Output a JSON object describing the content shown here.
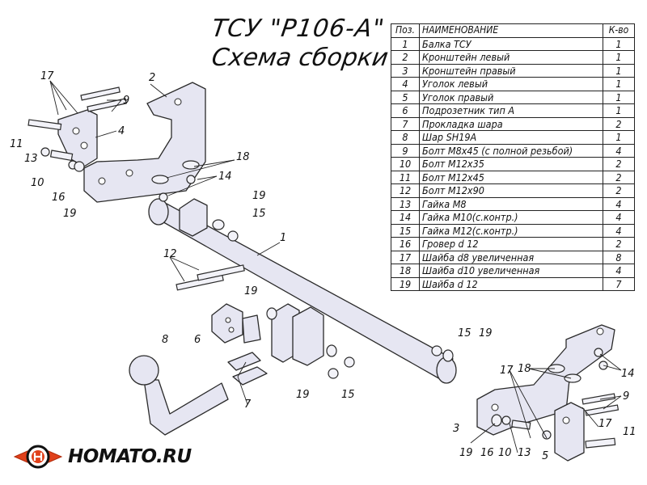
{
  "title": "ТСУ \"P106-A\"",
  "subtitle": "Схема сборки",
  "table": {
    "headers": {
      "pos": "Поз.",
      "name": "НАИМЕНОВАНИЕ",
      "qty": "К-во"
    },
    "rows": [
      {
        "pos": "1",
        "name": "Балка ТСУ",
        "qty": "1"
      },
      {
        "pos": "2",
        "name": "Кронштейн левый",
        "qty": "1"
      },
      {
        "pos": "3",
        "name": "Кронштейн правый",
        "qty": "1"
      },
      {
        "pos": "4",
        "name": "Уголок левый",
        "qty": "1"
      },
      {
        "pos": "5",
        "name": "Уголок правый",
        "qty": "1"
      },
      {
        "pos": "6",
        "name": "Подрозетник тип А",
        "qty": "1"
      },
      {
        "pos": "7",
        "name": "Прокладка шара",
        "qty": "2"
      },
      {
        "pos": "8",
        "name": "Шар SH19A",
        "qty": "1"
      },
      {
        "pos": "9",
        "name": "Болт М8х45 (с полной резьбой)",
        "qty": "4"
      },
      {
        "pos": "10",
        "name": "Болт М12х35",
        "qty": "2"
      },
      {
        "pos": "11",
        "name": "Болт М12х45",
        "qty": "2"
      },
      {
        "pos": "12",
        "name": "Болт М12х90",
        "qty": "2"
      },
      {
        "pos": "13",
        "name": "Гайка М8",
        "qty": "4"
      },
      {
        "pos": "14",
        "name": "Гайка М10(с.контр.)",
        "qty": "4"
      },
      {
        "pos": "15",
        "name": "Гайка М12(с.контр.)",
        "qty": "4"
      },
      {
        "pos": "16",
        "name": "Гровер d 12",
        "qty": "2"
      },
      {
        "pos": "17",
        "name": "Шайба d8 увеличенная",
        "qty": "8"
      },
      {
        "pos": "18",
        "name": "Шайба d10 увеличенная",
        "qty": "4"
      },
      {
        "pos": "19",
        "name": "Шайба d 12",
        "qty": "7"
      }
    ]
  },
  "callouts": {
    "c17a": "17",
    "c9a": "9",
    "c2": "2",
    "c4": "4",
    "c11a": "11",
    "c13a": "13",
    "c10a": "10",
    "c16a": "16",
    "c19a": "19",
    "c18a": "18",
    "c14a": "14",
    "c19b": "19",
    "c15a": "15",
    "c1": "1",
    "c12": "12",
    "c19c": "19",
    "c6": "6",
    "c8": "8",
    "c7": "7",
    "c19d": "19",
    "c15b": "15",
    "c15c": "15",
    "c19e": "19",
    "c17b": "17",
    "c18b": "18",
    "c14b": "14",
    "c9b": "9",
    "c3": "3",
    "c19f": "19",
    "c16b": "16",
    "c10b": "10",
    "c13b": "13",
    "c5": "5",
    "c17c": "17",
    "c11b": "11"
  },
  "logo": {
    "text": "HOMATO.RU",
    "icon": "homato-logo-icon"
  },
  "colors": {
    "part_fill": "#e6e6f2",
    "outline": "#2a2a2a",
    "logo_red": "#e0401a"
  }
}
